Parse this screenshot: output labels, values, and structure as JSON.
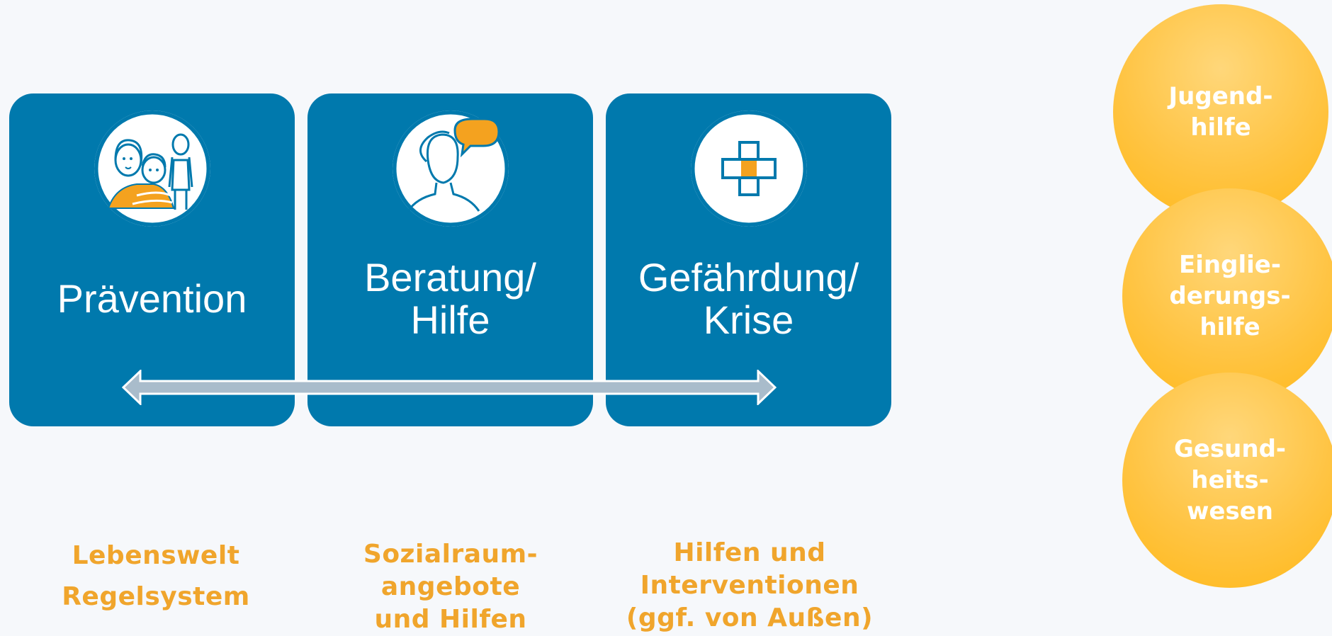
{
  "stages": [
    {
      "title_lines": [
        "Prävention"
      ],
      "icon": "family-icon"
    },
    {
      "title_lines": [
        "Beratung/",
        "Hilfe"
      ],
      "icon": "speech-bubble-person-icon"
    },
    {
      "title_lines": [
        "Gefährdung/",
        "Krise"
      ],
      "icon": "cross-icon"
    }
  ],
  "bottom_labels": [
    {
      "lines": [
        "Lebenswelt",
        "Regelsystem"
      ]
    },
    {
      "lines": [
        "Sozialraum-",
        "angebote",
        "und Hilfen"
      ]
    },
    {
      "lines": [
        "Hilfen und",
        "Interventionen",
        "(ggf. von Außen)"
      ]
    }
  ],
  "systems": [
    {
      "lines": [
        "Jugend-",
        "hilfe"
      ]
    },
    {
      "lines": [
        "Eingliе-",
        "derungs-",
        "hilfe"
      ]
    },
    {
      "lines": [
        "Gesund-",
        "heits-",
        "wesen"
      ]
    }
  ],
  "colors": {
    "card_blue": "#0079ad",
    "accent_orange": "#f0a52c",
    "circle_yellow": "#ffc443",
    "arrow_gray": "#a9bccb"
  }
}
